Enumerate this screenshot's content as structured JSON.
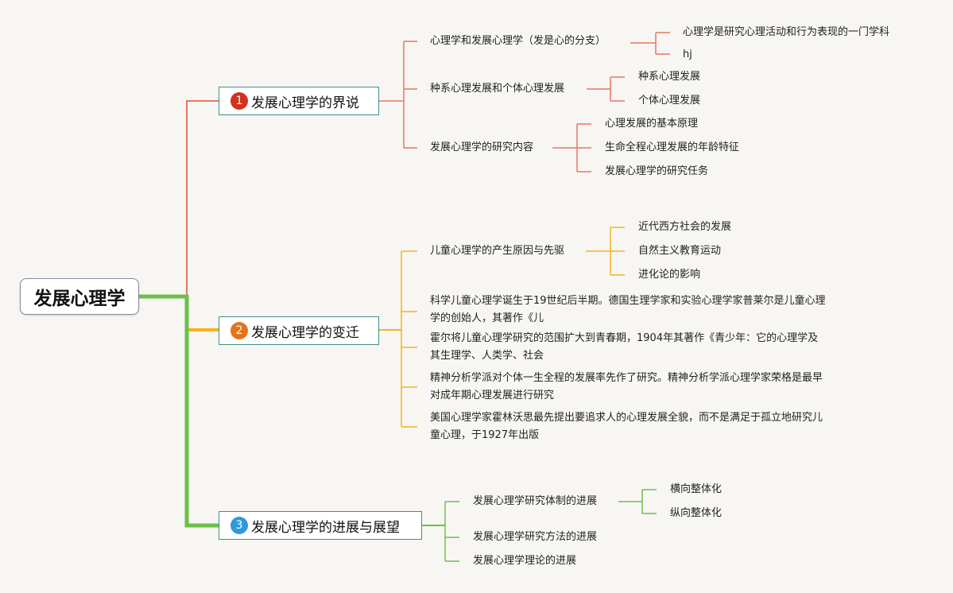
{
  "root": {
    "label": "发展心理学"
  },
  "colors": {
    "red": "#ea7561",
    "orange": "#f5b418",
    "green": "#6cc04a",
    "box_border": "#3f8f87"
  },
  "branches": [
    {
      "badge": "1",
      "badge_color": "#d3301e",
      "label": "发展心理学的界说",
      "children": [
        {
          "label": "心理学和发展心理学（发是心的分支）",
          "children": [
            "心理学是研究心理活动和行为表现的一门学科",
            "hj"
          ]
        },
        {
          "label": "种系心理发展和个体心理发展",
          "children": [
            "种系心理发展",
            "个体心理发展"
          ]
        },
        {
          "label": "发展心理学的研究内容",
          "children": [
            "心理发展的基本原理",
            "生命全程心理发展的年龄特征",
            "发展心理学的研究任务"
          ]
        }
      ]
    },
    {
      "badge": "2",
      "badge_color": "#e4731b",
      "label": "发展心理学的变迁",
      "children": [
        {
          "label": "儿童心理学的产生原因与先驱",
          "children": [
            "近代西方社会的发展",
            "自然主义教育运动",
            "进化论的影响"
          ]
        },
        {
          "label": "科学儿童心理学诞生于19世纪后半期。德国生理学家和实验心理学家普莱尔是儿童心理学的创始人，其著作《儿"
        },
        {
          "label": "霍尔将儿童心理学研究的范围扩大到青春期，1904年其著作《青少年：它的心理学及其生理学、人类学、社会"
        },
        {
          "label": "精神分析学派对个体一生全程的发展率先作了研究。精神分析学派心理学家荣格是最早对成年期心理发展进行研究"
        },
        {
          "label": "美国心理学家霍林沃思最先提出要追求人的心理发展全貌，而不是满足于孤立地研究儿童心理，于1927年出版"
        }
      ]
    },
    {
      "badge": "3",
      "badge_color": "#2e9ad9",
      "label": "发展心理学的进展与展望",
      "children": [
        {
          "label": "发展心理学研究体制的进展",
          "children": [
            "横向整体化",
            "纵向整体化"
          ]
        },
        {
          "label": "发展心理学研究方法的进展"
        },
        {
          "label": "发展心理学理论的进展"
        }
      ]
    }
  ]
}
